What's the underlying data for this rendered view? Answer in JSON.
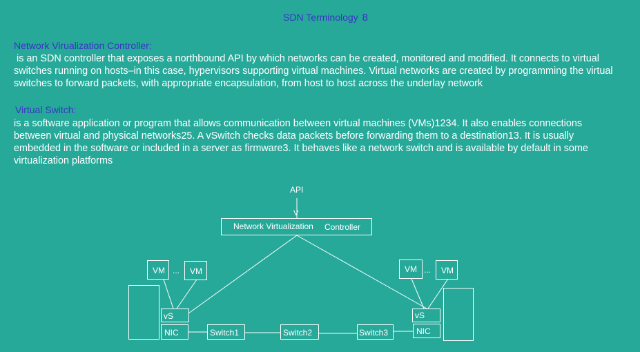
{
  "slide": {
    "title": "SDN Terminology",
    "page_number": "8"
  },
  "sections": [
    {
      "term": "Network Virualization Controller:",
      "definition": " is an SDN controller that exposes a northbound API by which networks can be created, monitored and modified. It connects to virtual switches running on hosts–in this case, hypervisors supporting virtual machines. Virtual networks are created by programming the virtual switches to forward packets, with appropriate encapsulation, from host to host across the underlay network"
    },
    {
      "term": "Virtual Switch:",
      "definition": "is a software application or program that allows communication between virtual machines (VMs)1234. It also enables connections between virtual and physical networks25. A vSwitch checks data packets before forwarding them to a destination13. It is usually embedded in the software or included in a server as firmware3. It behaves like a network switch and is available by default in some virtualization platforms"
    }
  ],
  "diagram": {
    "api_label": "API",
    "arrow_head": "V",
    "controller_label": "Network Virtualization",
    "controller_label_2": "Controller",
    "left_host": {
      "vm1": "VM",
      "ellipsis": "...",
      "vm2": "VM",
      "vswitch": "vS",
      "nic": "NIC"
    },
    "right_host": {
      "vm1": "VM",
      "ellipsis": "...",
      "vm2": "VM",
      "vswitch": "vS",
      "nic": "NIC"
    },
    "switches": [
      "Switch1",
      "Switch2",
      "Switch3"
    ]
  },
  "colors": {
    "background": "#27a99a",
    "heading": "#3a33c4",
    "text": "#ffffff"
  }
}
